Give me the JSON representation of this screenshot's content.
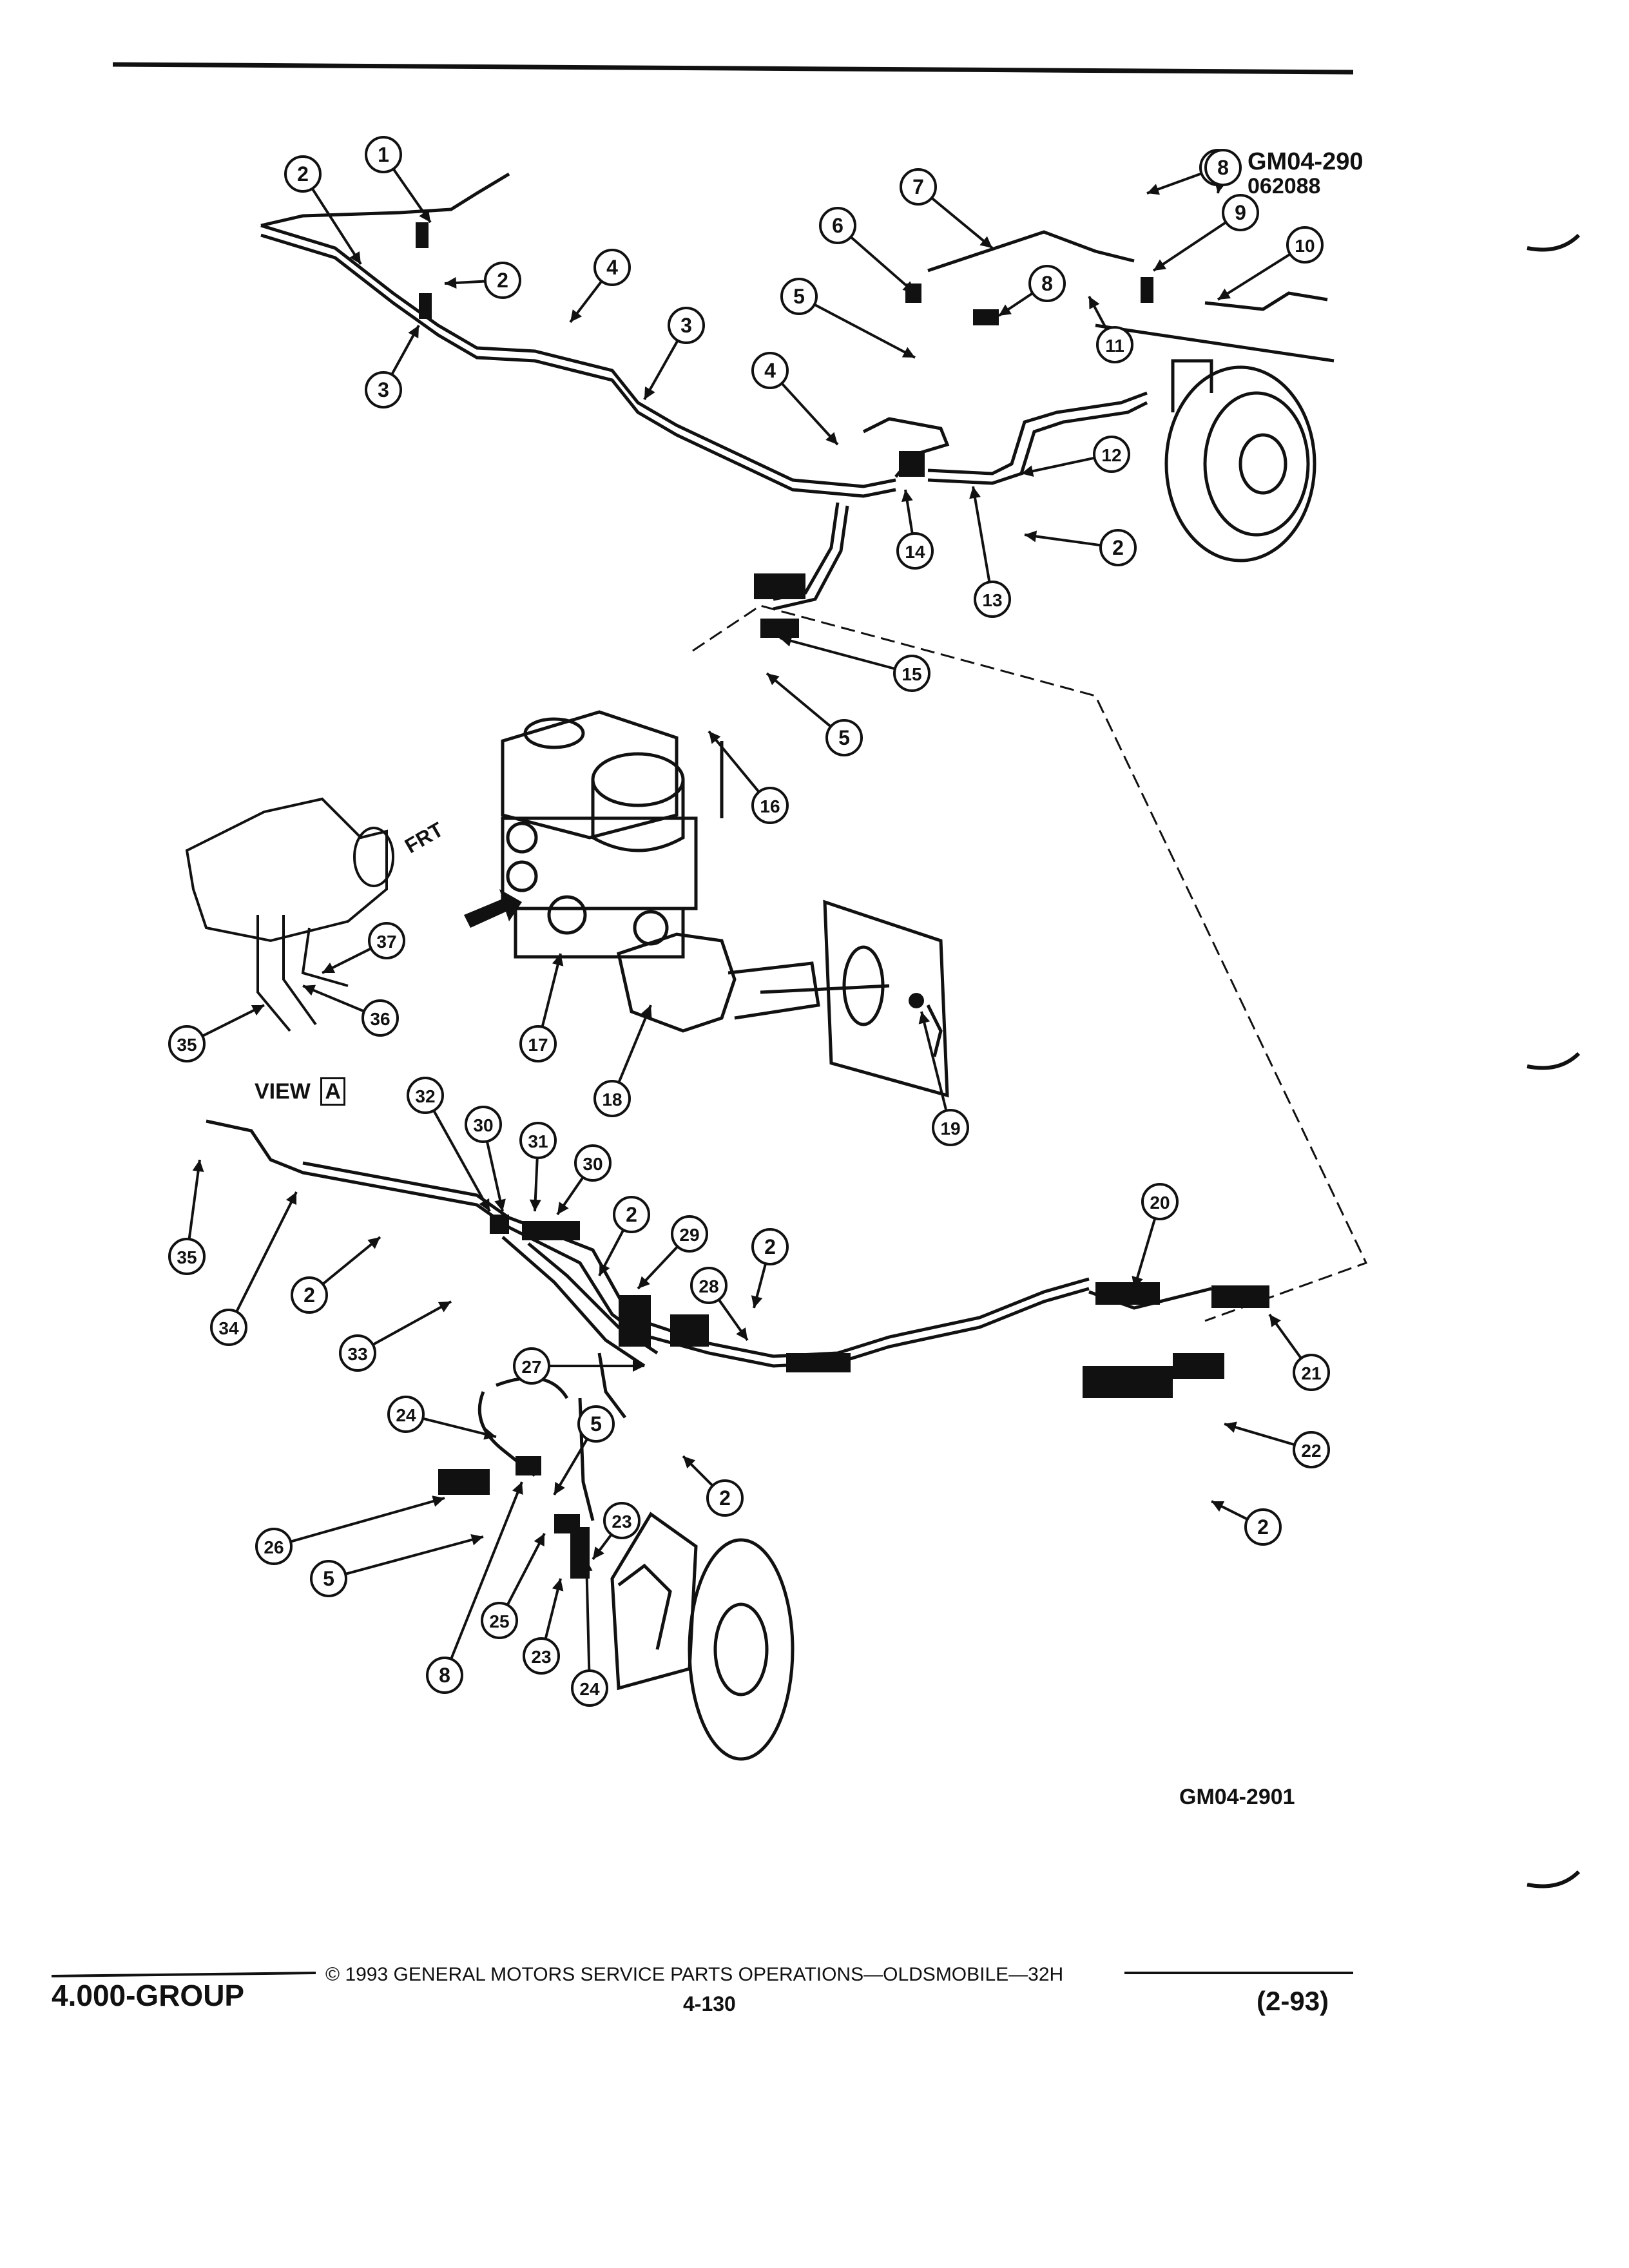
{
  "figure": {
    "code": "GM04-2901",
    "reference_code_line1": "GM04-290",
    "reference_code_line2": "062088",
    "view_label": "VIEW",
    "view_letter": "A",
    "front_label": "FRT"
  },
  "footer": {
    "group": "4.000-GROUP",
    "copyright": "© 1993 GENERAL MOTORS SERVICE PARTS OPERATIONS—OLDSMOBILE—32H",
    "page": "4-130",
    "date": "(2-93)"
  },
  "callouts": [
    {
      "number": "1"
    },
    {
      "number": "2"
    },
    {
      "number": "2"
    },
    {
      "number": "3"
    },
    {
      "number": "4"
    },
    {
      "number": "3"
    },
    {
      "number": "7"
    },
    {
      "number": "6"
    },
    {
      "number": "8"
    },
    {
      "number": "9"
    },
    {
      "number": "10"
    },
    {
      "number": "5"
    },
    {
      "number": "8"
    },
    {
      "number": "11"
    },
    {
      "number": "4"
    },
    {
      "number": "12"
    },
    {
      "number": "2"
    },
    {
      "number": "14"
    },
    {
      "number": "13"
    },
    {
      "number": "15"
    },
    {
      "number": "5"
    },
    {
      "number": "16"
    },
    {
      "number": "37"
    },
    {
      "number": "36"
    },
    {
      "number": "35"
    },
    {
      "number": "17"
    },
    {
      "number": "18"
    },
    {
      "number": "19"
    },
    {
      "number": "32"
    },
    {
      "number": "30"
    },
    {
      "number": "31"
    },
    {
      "number": "30"
    },
    {
      "number": "35"
    },
    {
      "number": "2"
    },
    {
      "number": "29"
    },
    {
      "number": "2"
    },
    {
      "number": "34"
    },
    {
      "number": "2"
    },
    {
      "number": "33"
    },
    {
      "number": "28"
    },
    {
      "number": "20"
    },
    {
      "number": "27"
    },
    {
      "number": "21"
    },
    {
      "number": "24"
    },
    {
      "number": "5"
    },
    {
      "number": "22"
    },
    {
      "number": "2"
    },
    {
      "number": "26"
    },
    {
      "number": "23"
    },
    {
      "number": "2"
    },
    {
      "number": "5"
    },
    {
      "number": "25"
    },
    {
      "number": "23"
    },
    {
      "number": "8"
    },
    {
      "number": "24"
    },
    {
      "number": "8"
    }
  ]
}
